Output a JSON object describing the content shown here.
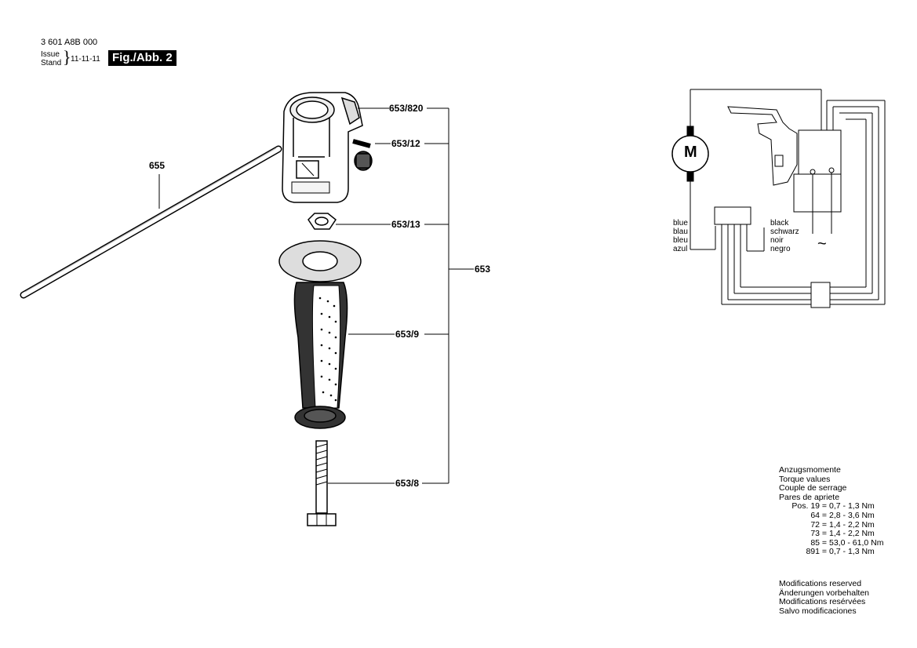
{
  "header": {
    "doc_number": "3 601 A8B 000",
    "issue_label": "Issue",
    "stand_label": "Stand",
    "issue_date": "11-11-11",
    "figure_label": "Fig./Abb. 2"
  },
  "parts": {
    "p655": "655",
    "p653_820": "653/820",
    "p653_12": "653/12",
    "p653_13": "653/13",
    "p653": "653",
    "p653_9": "653/9",
    "p653_8": "653/8"
  },
  "wiring": {
    "motor_label": "M",
    "left_colors": [
      "blue",
      "blau",
      "bleu",
      "azul"
    ],
    "right_colors": [
      "black",
      "schwarz",
      "noir",
      "negro"
    ],
    "ac_symbol": "~"
  },
  "torque": {
    "headings": [
      "Anzugsmomente",
      "Torque values",
      "Couple de serrage",
      "Pares de apriete"
    ],
    "rows": [
      {
        "pos": "Pos. 19",
        "sep": "=",
        "min": "0,7",
        "max": "1,3",
        "unit": "Nm"
      },
      {
        "pos": "64",
        "sep": "=",
        "min": "2,8",
        "max": "3,6",
        "unit": "Nm"
      },
      {
        "pos": "72",
        "sep": "=",
        "min": "1,4",
        "max": "2,2",
        "unit": "Nm"
      },
      {
        "pos": "73",
        "sep": "=",
        "min": "1,4",
        "max": "2,2",
        "unit": "Nm"
      },
      {
        "pos": "85",
        "sep": "=",
        "min": "53,0",
        "max": "61,0",
        "unit": "Nm"
      },
      {
        "pos": "891",
        "sep": "=",
        "min": "0,7",
        "max": "1,3",
        "unit": "Nm"
      }
    ]
  },
  "modifications": [
    "Modifications reserved",
    "Änderungen vorbehalten",
    "Modifications resérvées",
    "Salvo modificaciones"
  ]
}
